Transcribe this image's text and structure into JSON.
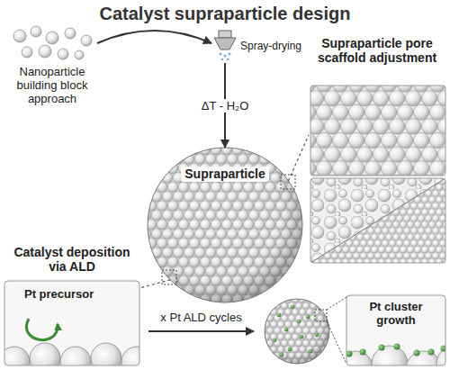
{
  "diagram": {
    "title": "Catalyst supraparticle design",
    "nodes": [
      {
        "text": [
          "Nanoparticle building block approach"
        ]
      },
      {
        "text": [
          "Spray-drying"
        ]
      },
      {
        "text": [
          "Supraparticle"
        ]
      },
      {
        "text": [
          "Supraparticle pore scaffold adjustment"
        ]
      },
      {
        "text": [
          "Catalyst deposition via ALD",
          "Pt precursor"
        ]
      },
      {
        "text": [
          "Pt cluster growth"
        ]
      }
    ],
    "edges": [
      {
        "from": 0,
        "to": 1,
        "arrow": "to"
      },
      {
        "from": 1,
        "to": 2,
        "arrow": "to",
        "label": "ΔT - H₂O"
      },
      {
        "from": 2,
        "to": 3,
        "arrow": "none"
      },
      {
        "from": 2,
        "to": 4,
        "arrow": "none"
      }
    ],
    "labels": [
      "x Pt ALD cycles"
    ]
  }
}
